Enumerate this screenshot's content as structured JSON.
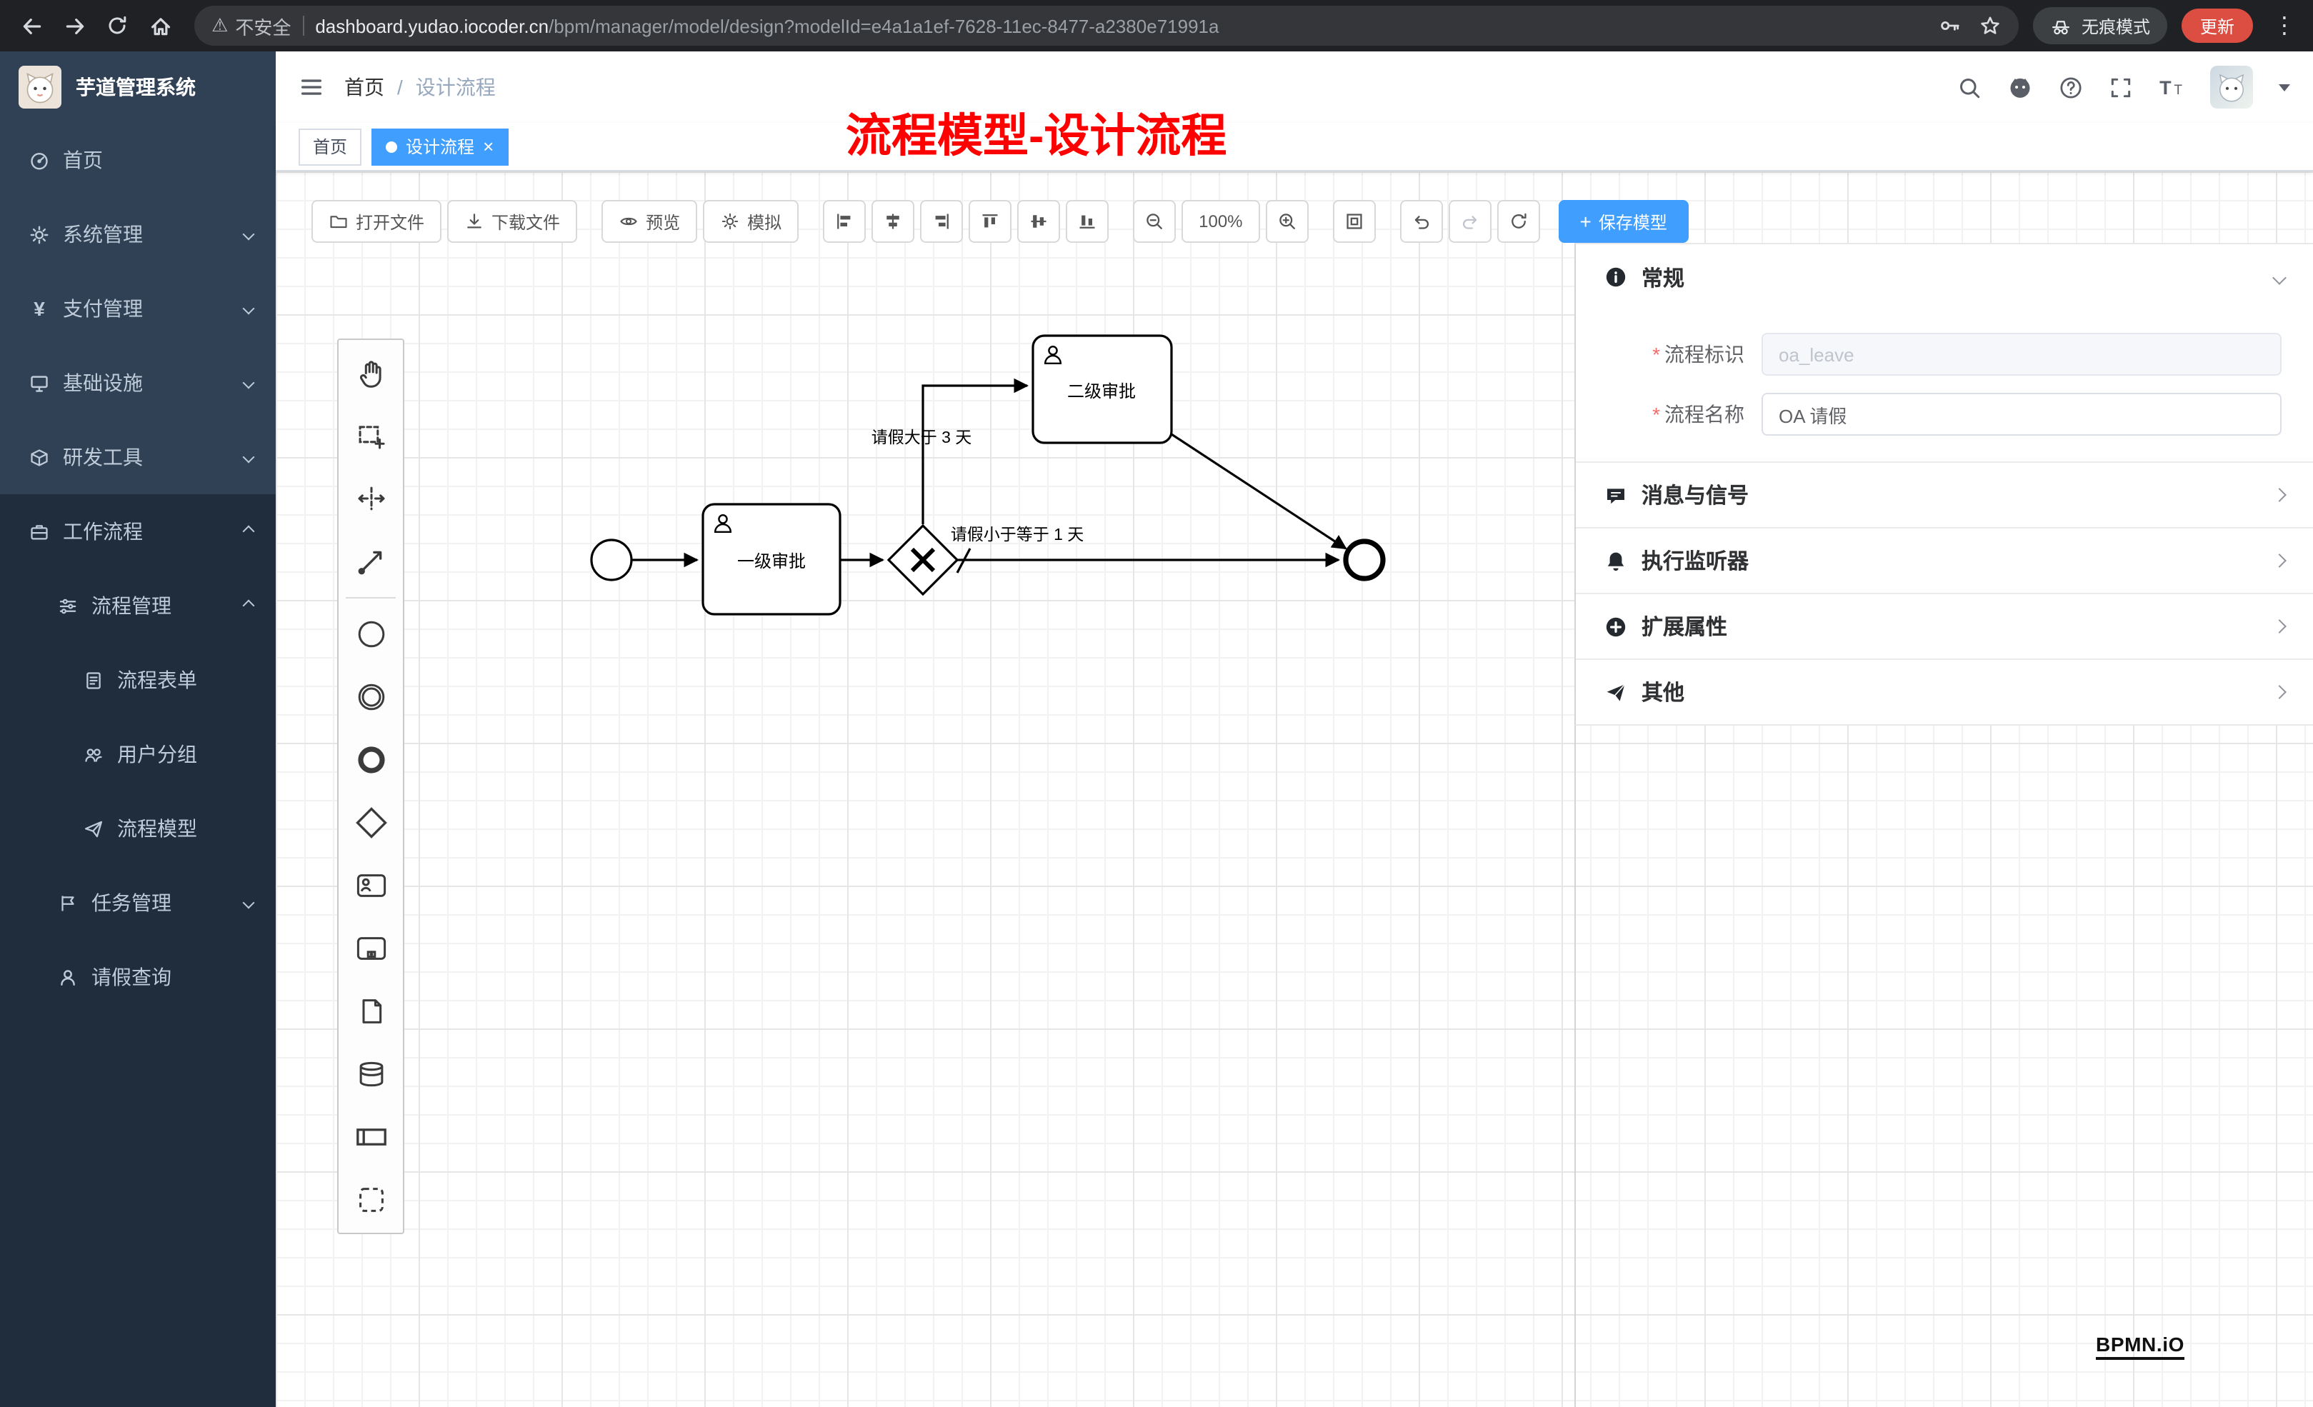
{
  "browser": {
    "security_label": "不安全",
    "url_domain": "dashboard.yudao.iocoder.cn",
    "url_path": "/bpm/manager/model/design?modelId=e4a1a1ef-7628-11ec-8477-a2380e71991a",
    "incognito_label": "无痕模式",
    "update_button": "更新"
  },
  "sidebar": {
    "logo_title": "芋道管理系统",
    "yen_symbol": "¥",
    "items": [
      {
        "label": "首页"
      },
      {
        "label": "系统管理"
      },
      {
        "label": "支付管理"
      },
      {
        "label": "基础设施"
      },
      {
        "label": "研发工具"
      },
      {
        "label": "工作流程"
      },
      {
        "label": "流程管理"
      },
      {
        "label": "流程表单"
      },
      {
        "label": "用户分组"
      },
      {
        "label": "流程模型"
      },
      {
        "label": "任务管理"
      },
      {
        "label": "请假查询"
      }
    ]
  },
  "header": {
    "breadcrumb_home": "首页",
    "breadcrumb_separator": "/",
    "breadcrumb_current": "设计流程"
  },
  "tabs": {
    "home_tab": "首页",
    "active_tab": "设计流程",
    "close_glyph": "×"
  },
  "annotation": "流程模型-设计流程",
  "bpmn_toolbar": {
    "open_file": "打开文件",
    "download_file": "下载文件",
    "preview": "预览",
    "simulate": "模拟",
    "zoom_level": "100%",
    "plus_glyph": "+",
    "save_model": "保存模型"
  },
  "diagram": {
    "task1_label": "一级审批",
    "task2_label": "二级审批",
    "flow_gt_label": "请假大于 3 天",
    "flow_le_label": "请假小于等于 1 天"
  },
  "panel": {
    "general_title": "常规",
    "required_mark": "*",
    "key_label": "流程标识",
    "key_value": "oa_leave",
    "name_label": "流程名称",
    "name_value": "OA 请假",
    "message_title": "消息与信号",
    "listener_title": "执行监听器",
    "extension_title": "扩展属性",
    "other_title": "其他"
  },
  "watermark": "BPMN.iO"
}
